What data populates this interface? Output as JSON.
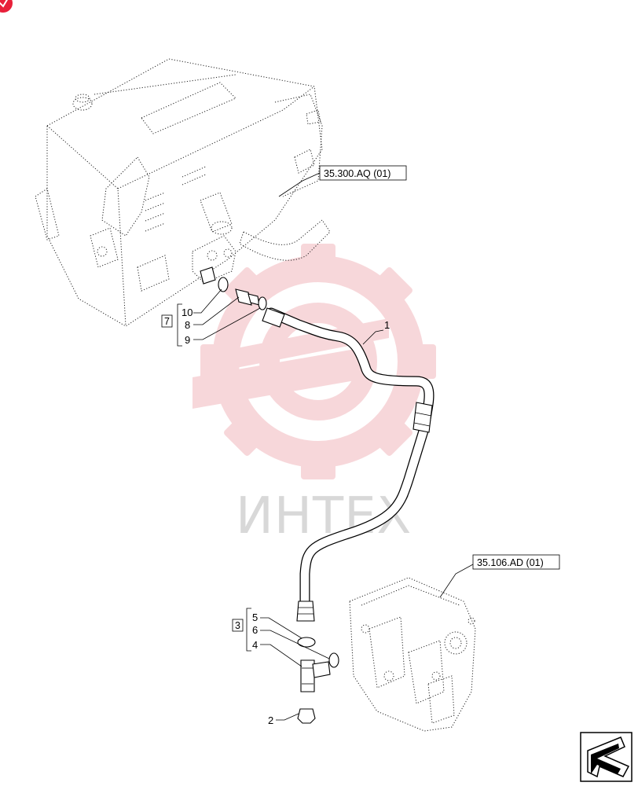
{
  "references": {
    "upper": "35.300.AQ (01)",
    "lower": "35.106.AD (01)"
  },
  "groups": {
    "upper": "7",
    "lower": "3"
  },
  "callouts": {
    "p1": "1",
    "p2": "2",
    "p4": "4",
    "p5": "5",
    "p6": "6",
    "p8": "8",
    "p9": "9",
    "p10": "10"
  },
  "watermark": {
    "text": "ИНТЕХ",
    "color": "#f2b8bd"
  },
  "icons": {
    "corner_badge": "red-dot-icon",
    "navigation": "next-page-arrow-icon"
  },
  "colors": {
    "line": "#000000",
    "badge": "#e8203a",
    "watermark": "#f2b8bd"
  }
}
